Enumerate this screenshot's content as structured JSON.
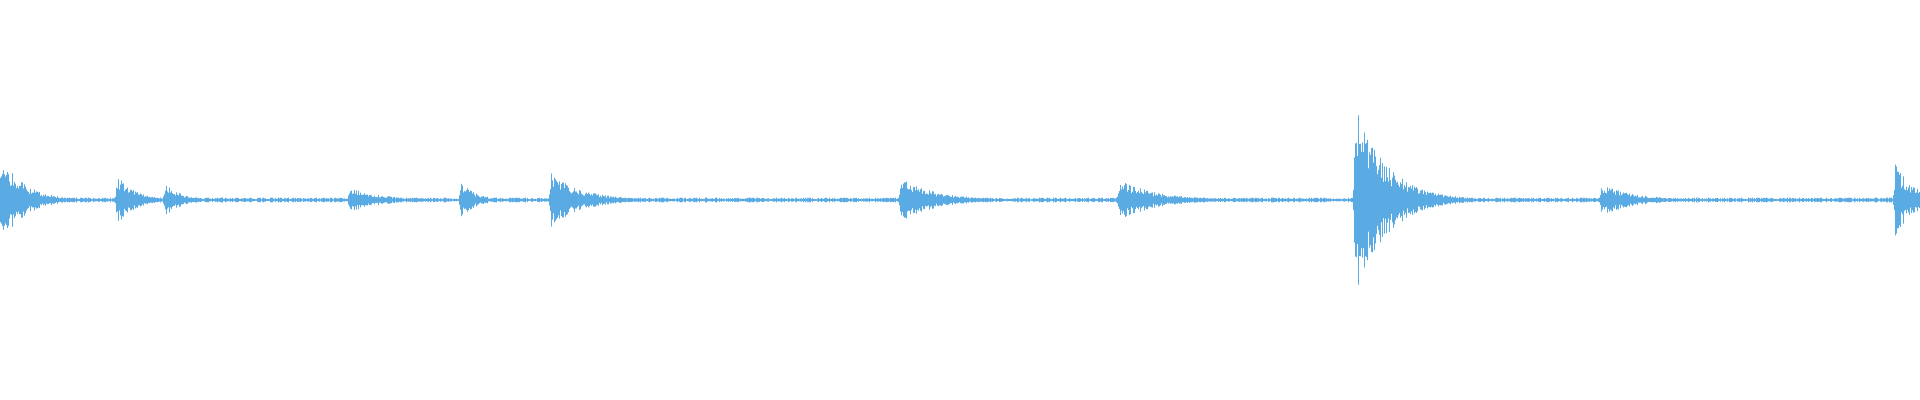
{
  "waveform": {
    "color": "#5aabe3",
    "background": "#ffffff",
    "bursts": [
      {
        "at": 0.0005,
        "peak": 0.22,
        "decay": 0.012
      },
      {
        "at": 0.061,
        "peak": 0.12,
        "decay": 0.01
      },
      {
        "at": 0.086,
        "peak": 0.08,
        "decay": 0.009
      },
      {
        "at": 0.182,
        "peak": 0.06,
        "decay": 0.018
      },
      {
        "at": 0.24,
        "peak": 0.09,
        "decay": 0.008
      },
      {
        "at": 0.287,
        "peak": 0.14,
        "decay": 0.016
      },
      {
        "at": 0.469,
        "peak": 0.11,
        "decay": 0.018
      },
      {
        "at": 0.583,
        "peak": 0.1,
        "decay": 0.02
      },
      {
        "at": 0.706,
        "peak": 0.48,
        "decay": 0.016
      },
      {
        "at": 0.834,
        "peak": 0.08,
        "decay": 0.018
      },
      {
        "at": 0.987,
        "peak": 0.18,
        "decay": 0.01
      }
    ],
    "noise_floor": 0.008
  }
}
